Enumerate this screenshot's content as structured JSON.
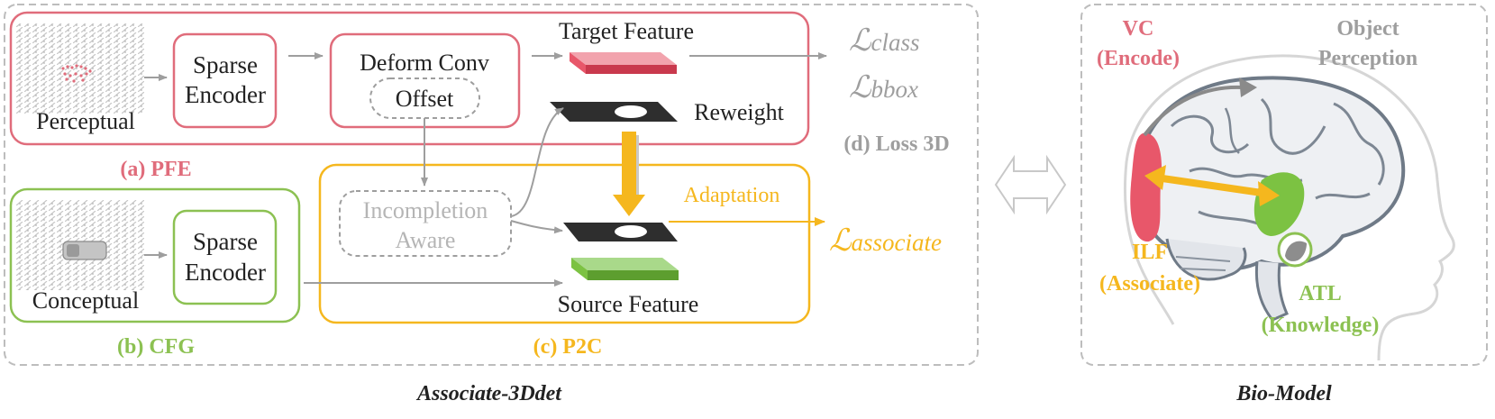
{
  "colors": {
    "pfe": "#e06c7b",
    "cfg": "#8cc152",
    "p2c": "#f5b71e",
    "gray": "#9e9e9e",
    "dark": "#222222",
    "target_fill": "#e8576a",
    "source_fill": "#7cc242"
  },
  "main": {
    "caption": "Associate-3Ddet",
    "pfe": {
      "title": "(a) PFE",
      "input_label": "Perceptual",
      "encoder_line1": "Sparse",
      "encoder_line2": "Encoder",
      "deform_label": "Deform Conv",
      "offset_label": "Offset",
      "target_label": "Target Feature",
      "reweight_label": "Reweight"
    },
    "cfg": {
      "title": "(b) CFG",
      "input_label": "Conceptual",
      "encoder_line1": "Sparse",
      "encoder_line2": "Encoder"
    },
    "p2c": {
      "title": "(c) P2C",
      "incompletion_line1": "Incompletion",
      "incompletion_line2": "Aware",
      "adaptation_label": "Adaptation",
      "source_label": "Source Feature"
    },
    "loss": {
      "title": "(d) Loss 3D",
      "class_sub": "class",
      "bbox_sub": "bbox",
      "associate_sub": "associate"
    }
  },
  "bio": {
    "caption": "Bio-Model",
    "vc_line1": "VC",
    "vc_line2": "(Encode)",
    "op_line1": "Object",
    "op_line2": "Perception",
    "ilf_line1": "ILF",
    "ilf_line2": "(Associate)",
    "atl_line1": "ATL",
    "atl_line2": "(Knowledge)"
  }
}
